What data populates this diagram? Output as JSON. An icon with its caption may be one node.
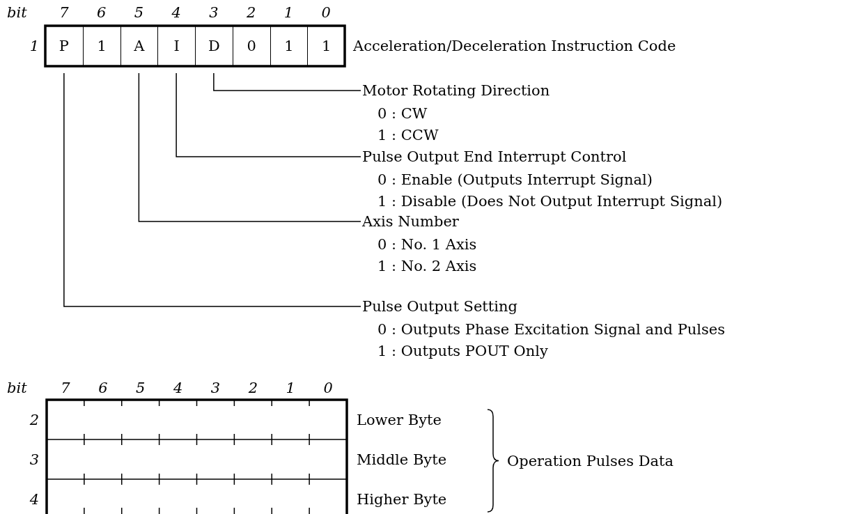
{
  "diagram": {
    "nodes": [
      {
        "text": [
          "P"
        ]
      },
      {
        "text": [
          "1"
        ]
      },
      {
        "text": [
          "A"
        ]
      },
      {
        "text": [
          "I"
        ]
      },
      {
        "text": [
          "D"
        ]
      },
      {
        "text": [
          "0"
        ]
      },
      {
        "text": [
          "1"
        ]
      },
      {
        "text": [
          "1"
        ]
      },
      {
        "text": [
          "Motor Rotating Direction",
          "0 : CW",
          "1 : CCW"
        ]
      },
      {
        "text": [
          "Pulse Output End Interrupt Control",
          "0 : Enable (Outputs Interrupt Signal)",
          "1 : Disable (Does Not Output Interrupt Signal)"
        ]
      },
      {
        "text": [
          "Axis Number",
          "0 : No. 1 Axis",
          "1 : No. 2 Axis"
        ]
      },
      {
        "text": [
          "Pulse Output Setting",
          "0 : Outputs Phase Excitation Signal and Pulses",
          "1 : Outputs POUT Only"
        ]
      }
    ],
    "edges": [
      {
        "from": 4,
        "to": 8,
        "arrow": "none"
      },
      {
        "from": 3,
        "to": 9,
        "arrow": "none"
      },
      {
        "from": 2,
        "to": 10,
        "arrow": "none"
      },
      {
        "from": 0,
        "to": 11,
        "arrow": "none"
      }
    ],
    "labels": [
      "bit",
      "7",
      "6",
      "5",
      "4",
      "3",
      "2",
      "1",
      "0",
      "1",
      "Acceleration/Deceleration Instruction Code",
      "bit",
      "7",
      "6",
      "5",
      "4",
      "3",
      "2",
      "1",
      "0",
      "2",
      "Lower Byte",
      "3",
      "Middle Byte",
      "4",
      "Higher Byte",
      "Operation Pulses Data"
    ]
  }
}
